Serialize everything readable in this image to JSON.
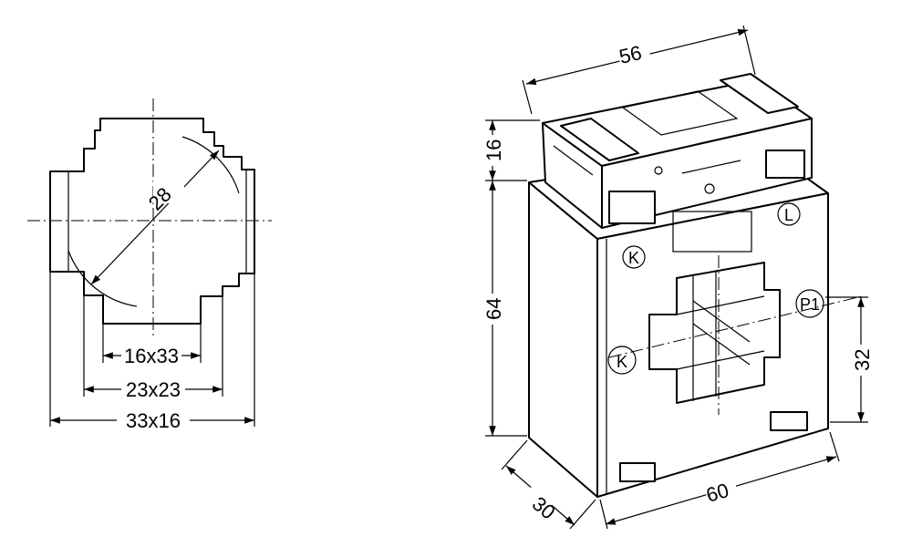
{
  "front_view": {
    "diameter_label": "28",
    "dim_inner": "16x33",
    "dim_middle": "23x23",
    "dim_outer": "33x16"
  },
  "iso_view": {
    "dim_top_width": "56",
    "dim_top_height": "16",
    "dim_body_height": "64",
    "dim_depth": "30",
    "dim_front_width": "60",
    "dim_window_height": "32"
  },
  "terminals": {
    "k_upper": "K",
    "l_upper": "L",
    "k_lower": "K",
    "p1": "P1"
  }
}
